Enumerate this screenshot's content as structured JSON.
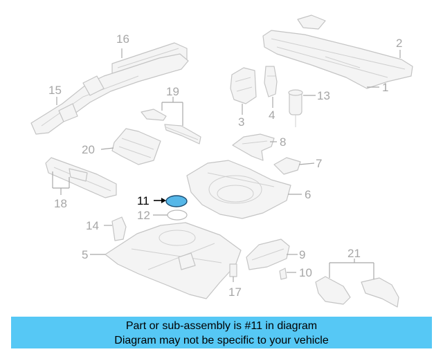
{
  "diagram": {
    "highlight_color": "#56b7e8",
    "callouts": {
      "c1": "1",
      "c2": "2",
      "c3": "3",
      "c4": "4",
      "c5": "5",
      "c6": "6",
      "c7": "7",
      "c8": "8",
      "c9": "9",
      "c10": "10",
      "c11": "11",
      "c12": "12",
      "c13": "13",
      "c14": "14",
      "c15": "15",
      "c16": "16",
      "c17": "17",
      "c18": "18",
      "c19": "19",
      "c20": "20",
      "c21": "21"
    },
    "highlighted_part": "11"
  },
  "banner": {
    "line1": "Part or sub-assembly is #11 in diagram",
    "line2": "Diagram may not be specific to your vehicle",
    "background": "#56c8f5"
  }
}
